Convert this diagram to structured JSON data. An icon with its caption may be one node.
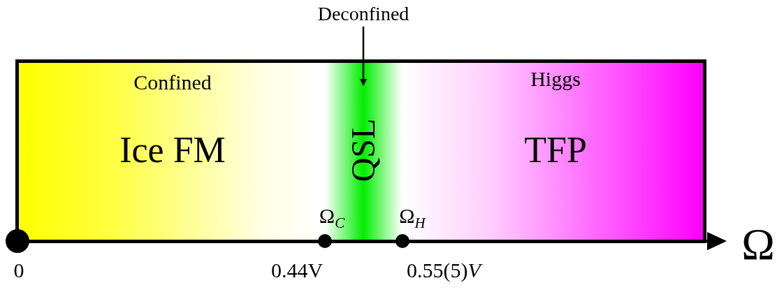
{
  "diagram": {
    "nodes": [
      {
        "text": [
          "Confined",
          "Ice FM"
        ]
      },
      {
        "text": [
          "QSL"
        ]
      },
      {
        "text": [
          "Higgs",
          "TFP"
        ]
      },
      {
        "text": [
          "Deconfined"
        ]
      }
    ],
    "edges": [
      {
        "from": 3,
        "to": 1,
        "arrow": "to"
      }
    ],
    "labels": [
      "Ω$_{C}$",
      "Ω$_{H}$",
      "0",
      "0.44V",
      "0.55(5)*V*",
      "Ω"
    ]
  }
}
